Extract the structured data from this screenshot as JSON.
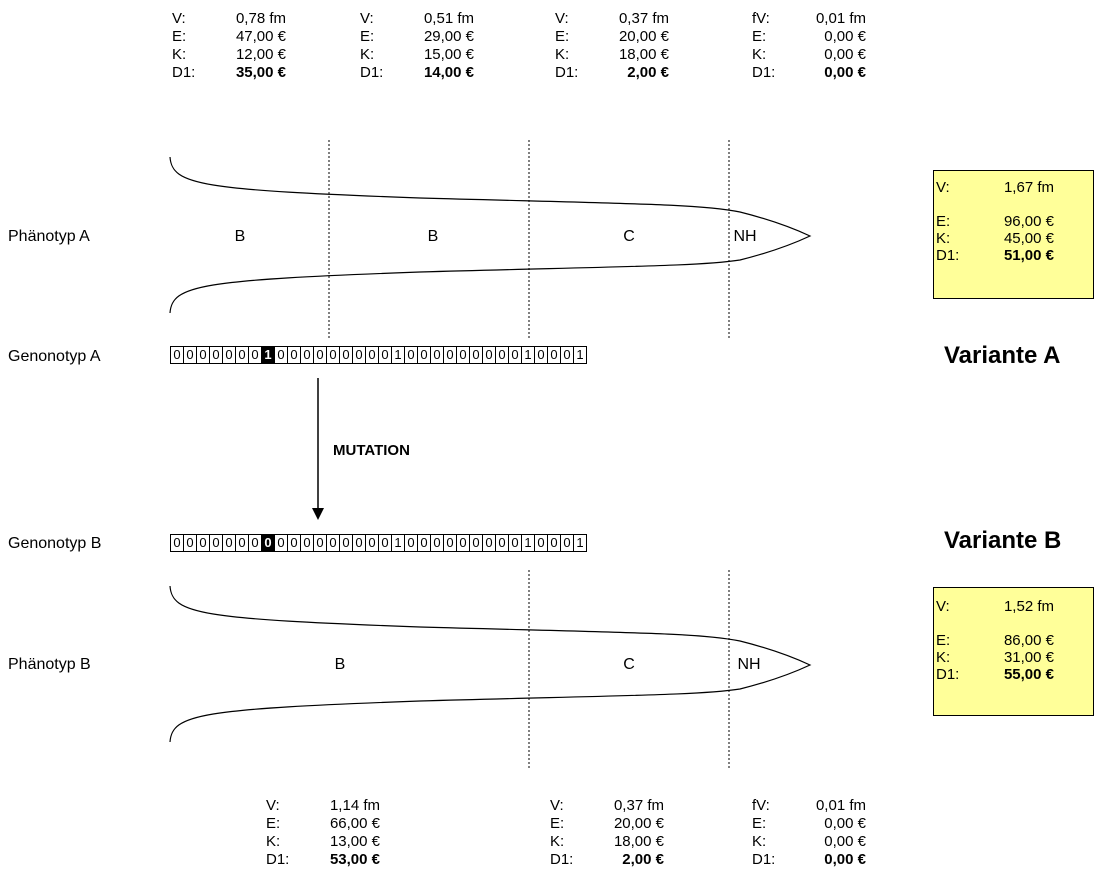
{
  "top_stats": [
    {
      "rows": [
        {
          "k": "V:",
          "v": "0,78 fm"
        },
        {
          "k": "E:",
          "v": "47,00 €"
        },
        {
          "k": "K:",
          "v": "12,00 €"
        },
        {
          "k": "D1:",
          "v": "35,00 €",
          "bold": true
        }
      ]
    },
    {
      "rows": [
        {
          "k": "V:",
          "v": "0,51 fm"
        },
        {
          "k": "E:",
          "v": "29,00 €"
        },
        {
          "k": "K:",
          "v": "15,00 €"
        },
        {
          "k": "D1:",
          "v": "14,00 €",
          "bold": true
        }
      ]
    },
    {
      "rows": [
        {
          "k": "V:",
          "v": "0,37 fm"
        },
        {
          "k": "E:",
          "v": "20,00 €"
        },
        {
          "k": "K:",
          "v": "18,00 €"
        },
        {
          "k": "D1:",
          "v": "2,00 €",
          "bold": true
        }
      ]
    },
    {
      "rows": [
        {
          "k": "fV:",
          "v": "0,01 fm"
        },
        {
          "k": "E:",
          "v": "0,00 €"
        },
        {
          "k": "K:",
          "v": "0,00 €"
        },
        {
          "k": "D1:",
          "v": "0,00 €",
          "bold": true
        }
      ]
    }
  ],
  "bottom_stats": [
    {
      "rows": [
        {
          "k": "V:",
          "v": "1,14 fm"
        },
        {
          "k": "E:",
          "v": "66,00 €"
        },
        {
          "k": "K:",
          "v": "13,00 €"
        },
        {
          "k": "D1:",
          "v": "53,00 €",
          "bold": true
        }
      ]
    },
    {
      "rows": [
        {
          "k": "V:",
          "v": "0,37 fm"
        },
        {
          "k": "E:",
          "v": "20,00 €"
        },
        {
          "k": "K:",
          "v": "18,00 €"
        },
        {
          "k": "D1:",
          "v": "2,00 €",
          "bold": true
        }
      ]
    },
    {
      "rows": [
        {
          "k": "fV:",
          "v": "0,01 fm"
        },
        {
          "k": "E:",
          "v": "0,00 €"
        },
        {
          "k": "K:",
          "v": "0,00 €"
        },
        {
          "k": "D1:",
          "v": "0,00 €",
          "bold": true
        }
      ]
    }
  ],
  "phenotype_a": {
    "label": "Phänotyp A",
    "segments": [
      "B",
      "B",
      "C",
      "NH"
    ]
  },
  "phenotype_b": {
    "label": "Phänotyp B",
    "segments": [
      "B",
      "C",
      "NH"
    ]
  },
  "genotype_a": {
    "label": "Genonotyp A",
    "bits": "00000001000000000100000000010001",
    "highlight_index": 7
  },
  "genotype_b": {
    "label": "Genonotyp B",
    "bits": "00000000000000000100000000010001",
    "highlight_index": 7
  },
  "mutation_label": "MUTATION",
  "variant_a": {
    "title": "Variante A",
    "rows": [
      {
        "k": "V:",
        "v": "1,67 fm"
      },
      {
        "k": "",
        "v": ""
      },
      {
        "k": "E:",
        "v": "96,00 €"
      },
      {
        "k": "K:",
        "v": "45,00 €"
      },
      {
        "k": "D1:",
        "v": "51,00 €",
        "bold": true
      }
    ]
  },
  "variant_b": {
    "title": "Variante B",
    "rows": [
      {
        "k": "V:",
        "v": "1,52 fm"
      },
      {
        "k": "",
        "v": ""
      },
      {
        "k": "E:",
        "v": "86,00 €"
      },
      {
        "k": "K:",
        "v": "31,00 €"
      },
      {
        "k": "D1:",
        "v": "55,00 €",
        "bold": true
      }
    ]
  },
  "colors": {
    "box_fill": "#ffff99",
    "highlight": "#000000"
  }
}
